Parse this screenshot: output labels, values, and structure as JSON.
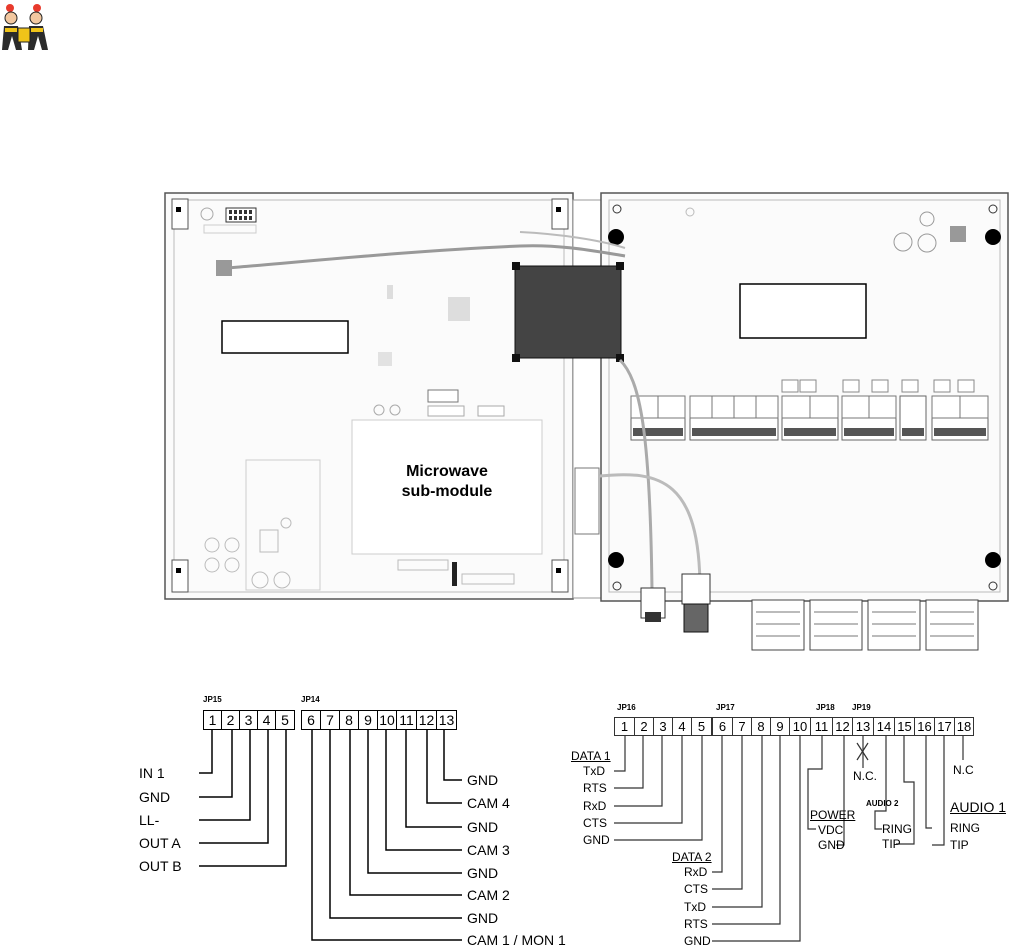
{
  "board": {
    "submodule_line1": "Microwave",
    "submodule_line2": "sub-module"
  },
  "left_block": {
    "jp15": "JP15",
    "jp14": "JP14",
    "pins": [
      "1",
      "2",
      "3",
      "4",
      "5",
      "6",
      "7",
      "8",
      "9",
      "10",
      "11",
      "12",
      "13"
    ],
    "labels": [
      "IN 1",
      "GND",
      "LL-",
      "OUT A",
      "OUT B",
      "GND",
      "CAM 4",
      "GND",
      "CAM 3",
      "GND",
      "CAM 2",
      "GND",
      "CAM 1 / MON 1"
    ]
  },
  "right_block": {
    "jp16": "JP16",
    "jp17": "JP17",
    "jp18": "JP18",
    "jp19": "JP19",
    "pins": [
      "1",
      "2",
      "3",
      "4",
      "5",
      "6",
      "7",
      "8",
      "9",
      "10",
      "11",
      "12",
      "13",
      "14",
      "15",
      "16",
      "17",
      "18"
    ],
    "data1_title": "DATA 1",
    "data1_labels": [
      "TxD",
      "RTS",
      "RxD",
      "CTS",
      "GND"
    ],
    "data2_title": "DATA 2",
    "data2_labels": [
      "RxD",
      "CTS",
      "TxD",
      "RTS",
      "GND"
    ],
    "power_title": "POWER",
    "power_labels": [
      "VDC",
      "GND"
    ],
    "nc_label": "N.C.",
    "nc_label2": "N.C",
    "audio2_title": "AUDIO 2",
    "audio2_labels": [
      "RING",
      "TIP"
    ],
    "audio1_title": "AUDIO 1",
    "audio1_labels": [
      "RING",
      "TIP"
    ]
  }
}
